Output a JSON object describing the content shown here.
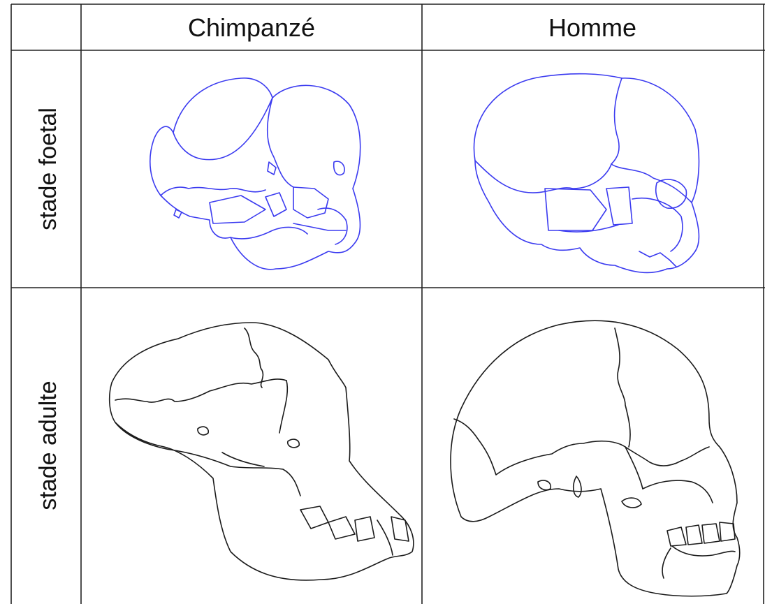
{
  "table": {
    "columns": [
      "Chimpanzé",
      "Homme"
    ],
    "rows": [
      "stade foetal",
      "stade adulte"
    ]
  },
  "colors": {
    "foetal_outline": "#3b3bf0",
    "adult_outline": "#1a1a1a",
    "grid": "#222222"
  }
}
